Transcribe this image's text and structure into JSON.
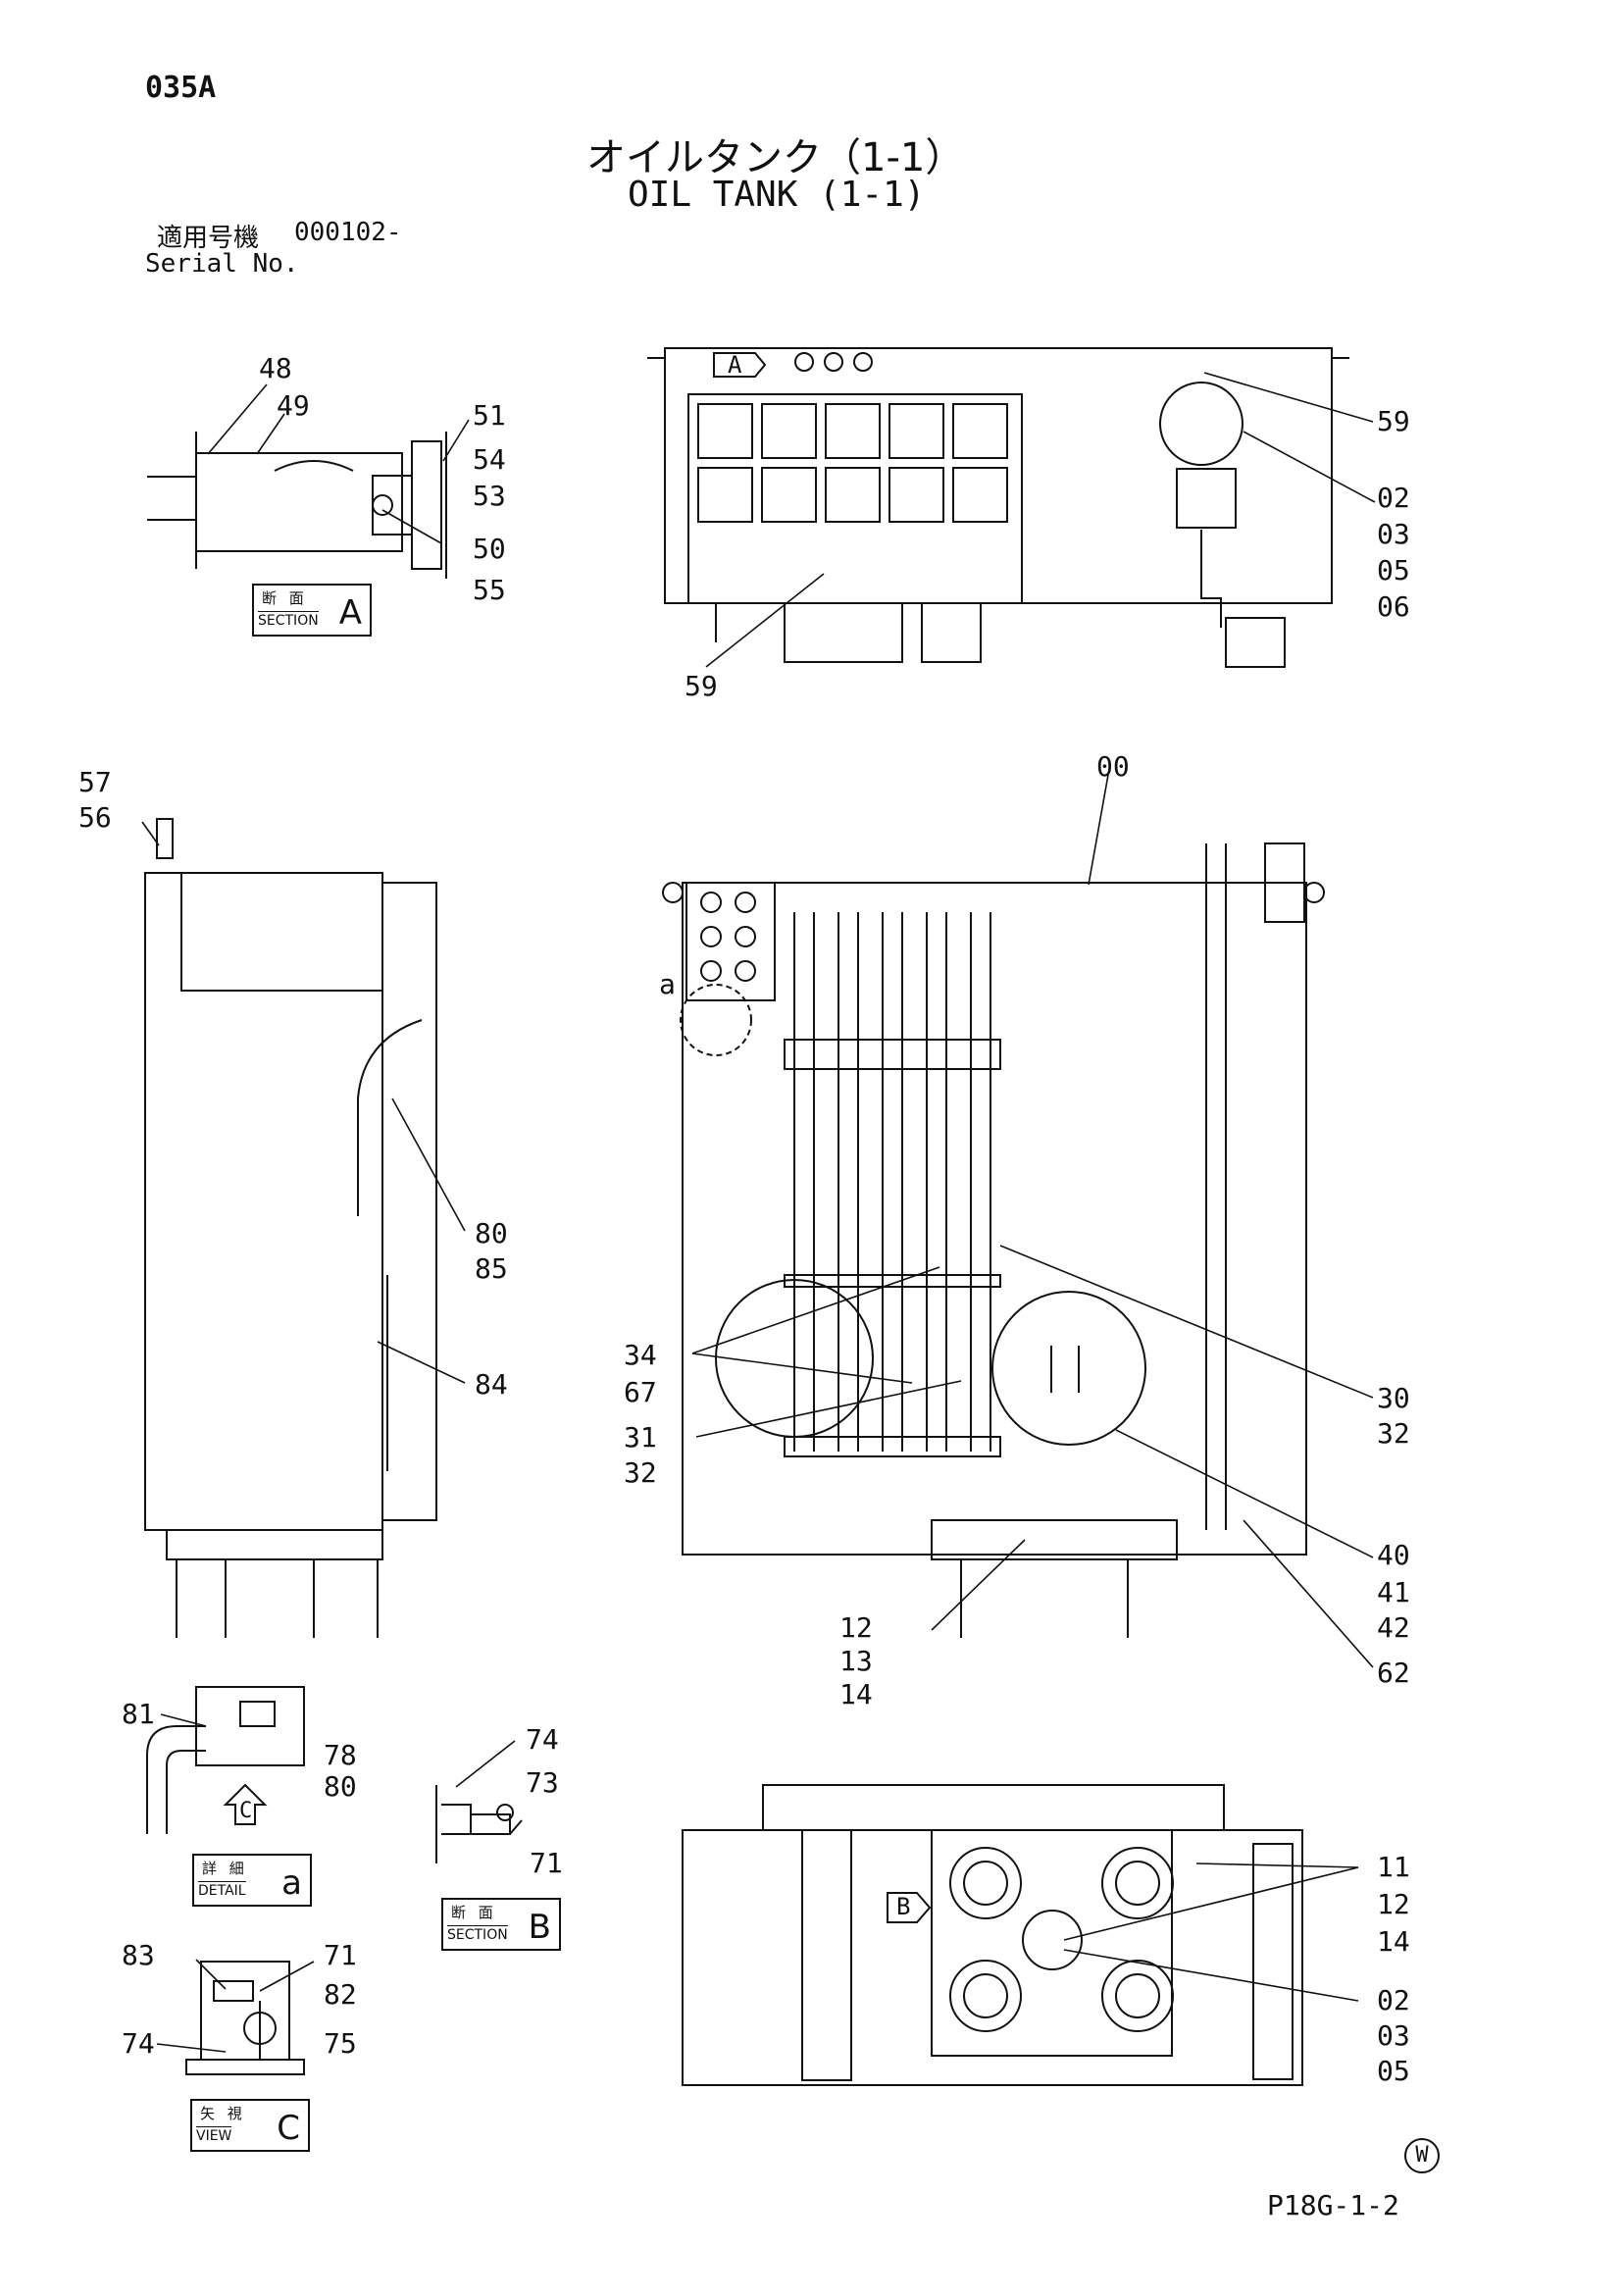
{
  "header": {
    "page_code": "035A",
    "title_jp": "オイルタンク（1-1）",
    "title_en": "OIL TANK (1-1)",
    "serial_label_jp": "適用号機",
    "serial_label_en": "Serial No.",
    "serial_value": "000102-"
  },
  "views": {
    "section_a": {
      "jp": "断 面",
      "en": "SECTION",
      "letter": "A"
    },
    "section_b": {
      "jp": "断 面",
      "en": "SECTION",
      "letter": "B"
    },
    "detail_a": {
      "jp": "詳 細",
      "en": "DETAIL",
      "letter": "a"
    },
    "view_c": {
      "jp": "矢 視",
      "en": "VIEW",
      "letter": "C"
    },
    "arrow_a": "A",
    "arrow_b": "B",
    "arrow_c": "C",
    "detail_mark": "a"
  },
  "callouts": [
    {
      "id": "c48",
      "text": "48"
    },
    {
      "id": "c49",
      "text": "49"
    },
    {
      "id": "c51",
      "text": "51"
    },
    {
      "id": "c54",
      "text": "54"
    },
    {
      "id": "c53",
      "text": "53"
    },
    {
      "id": "c50",
      "text": "50"
    },
    {
      "id": "c55",
      "text": "55"
    },
    {
      "id": "c59a",
      "text": "59"
    },
    {
      "id": "c02a",
      "text": "02"
    },
    {
      "id": "c03a",
      "text": "03"
    },
    {
      "id": "c05a",
      "text": "05"
    },
    {
      "id": "c06a",
      "text": "06"
    },
    {
      "id": "c59b",
      "text": "59"
    },
    {
      "id": "c57",
      "text": "57"
    },
    {
      "id": "c56",
      "text": "56"
    },
    {
      "id": "c80a",
      "text": "80"
    },
    {
      "id": "c85",
      "text": "85"
    },
    {
      "id": "c84",
      "text": "84"
    },
    {
      "id": "c00",
      "text": "00"
    },
    {
      "id": "c34",
      "text": "34"
    },
    {
      "id": "c67",
      "text": "67"
    },
    {
      "id": "c31",
      "text": "31"
    },
    {
      "id": "c32a",
      "text": "32"
    },
    {
      "id": "c30",
      "text": "30"
    },
    {
      "id": "c32b",
      "text": "32"
    },
    {
      "id": "c40",
      "text": "40"
    },
    {
      "id": "c41",
      "text": "41"
    },
    {
      "id": "c42",
      "text": "42"
    },
    {
      "id": "c62",
      "text": "62"
    },
    {
      "id": "c12a",
      "text": "12"
    },
    {
      "id": "c13",
      "text": "13"
    },
    {
      "id": "c14a",
      "text": "14"
    },
    {
      "id": "c81",
      "text": "81"
    },
    {
      "id": "c78",
      "text": "78"
    },
    {
      "id": "c80b",
      "text": "80"
    },
    {
      "id": "c74a",
      "text": "74"
    },
    {
      "id": "c73",
      "text": "73"
    },
    {
      "id": "c71a",
      "text": "71"
    },
    {
      "id": "c83",
      "text": "83"
    },
    {
      "id": "c71b",
      "text": "71"
    },
    {
      "id": "c82",
      "text": "82"
    },
    {
      "id": "c74b",
      "text": "74"
    },
    {
      "id": "c75",
      "text": "75"
    },
    {
      "id": "c11",
      "text": "11"
    },
    {
      "id": "c12b",
      "text": "12"
    },
    {
      "id": "c14b",
      "text": "14"
    },
    {
      "id": "c02b",
      "text": "02"
    },
    {
      "id": "c03b",
      "text": "03"
    },
    {
      "id": "c05b",
      "text": "05"
    }
  ],
  "footer": {
    "watermark": "W",
    "figure_id": "P18G-1-2"
  }
}
